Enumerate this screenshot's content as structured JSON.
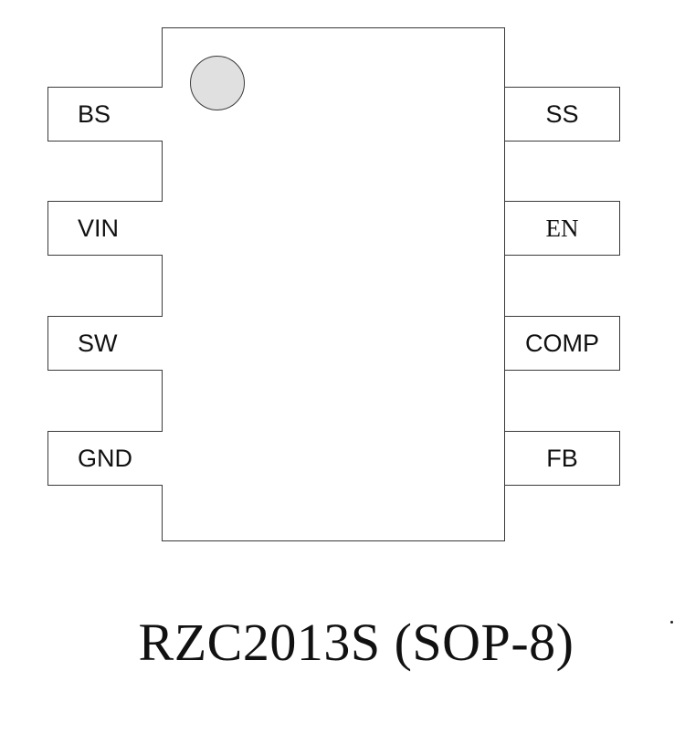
{
  "package": {
    "caption": "RZC2013S (SOP-8)"
  },
  "pins": {
    "left": [
      {
        "label": "BS"
      },
      {
        "label": "VIN"
      },
      {
        "label": "SW"
      },
      {
        "label": "GND"
      }
    ],
    "right": [
      {
        "label": "SS"
      },
      {
        "label": "EN"
      },
      {
        "label": "COMP"
      },
      {
        "label": "FB"
      }
    ]
  }
}
